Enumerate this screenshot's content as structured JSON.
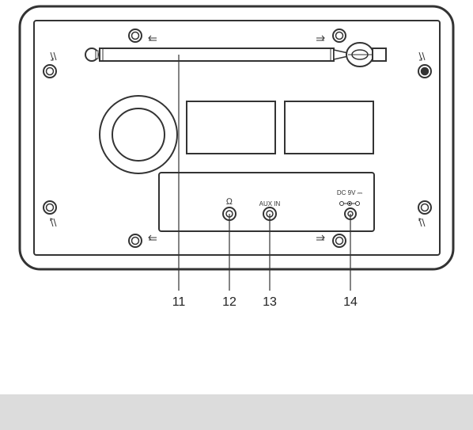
{
  "diagram": {
    "panel_labels": {
      "headphone_symbol": "Ω",
      "aux_in": "AUX IN",
      "dc_in": "DC 9V ⎓"
    },
    "callouts": [
      {
        "number": "11",
        "target": "telescopic-antenna"
      },
      {
        "number": "12",
        "target": "headphone-jack"
      },
      {
        "number": "13",
        "target": "aux-in-jack"
      },
      {
        "number": "14",
        "target": "dc-power-jack"
      }
    ],
    "colors": {
      "line": "#333333",
      "background": "#ffffff",
      "footer_band": "#dcdcdc"
    }
  }
}
